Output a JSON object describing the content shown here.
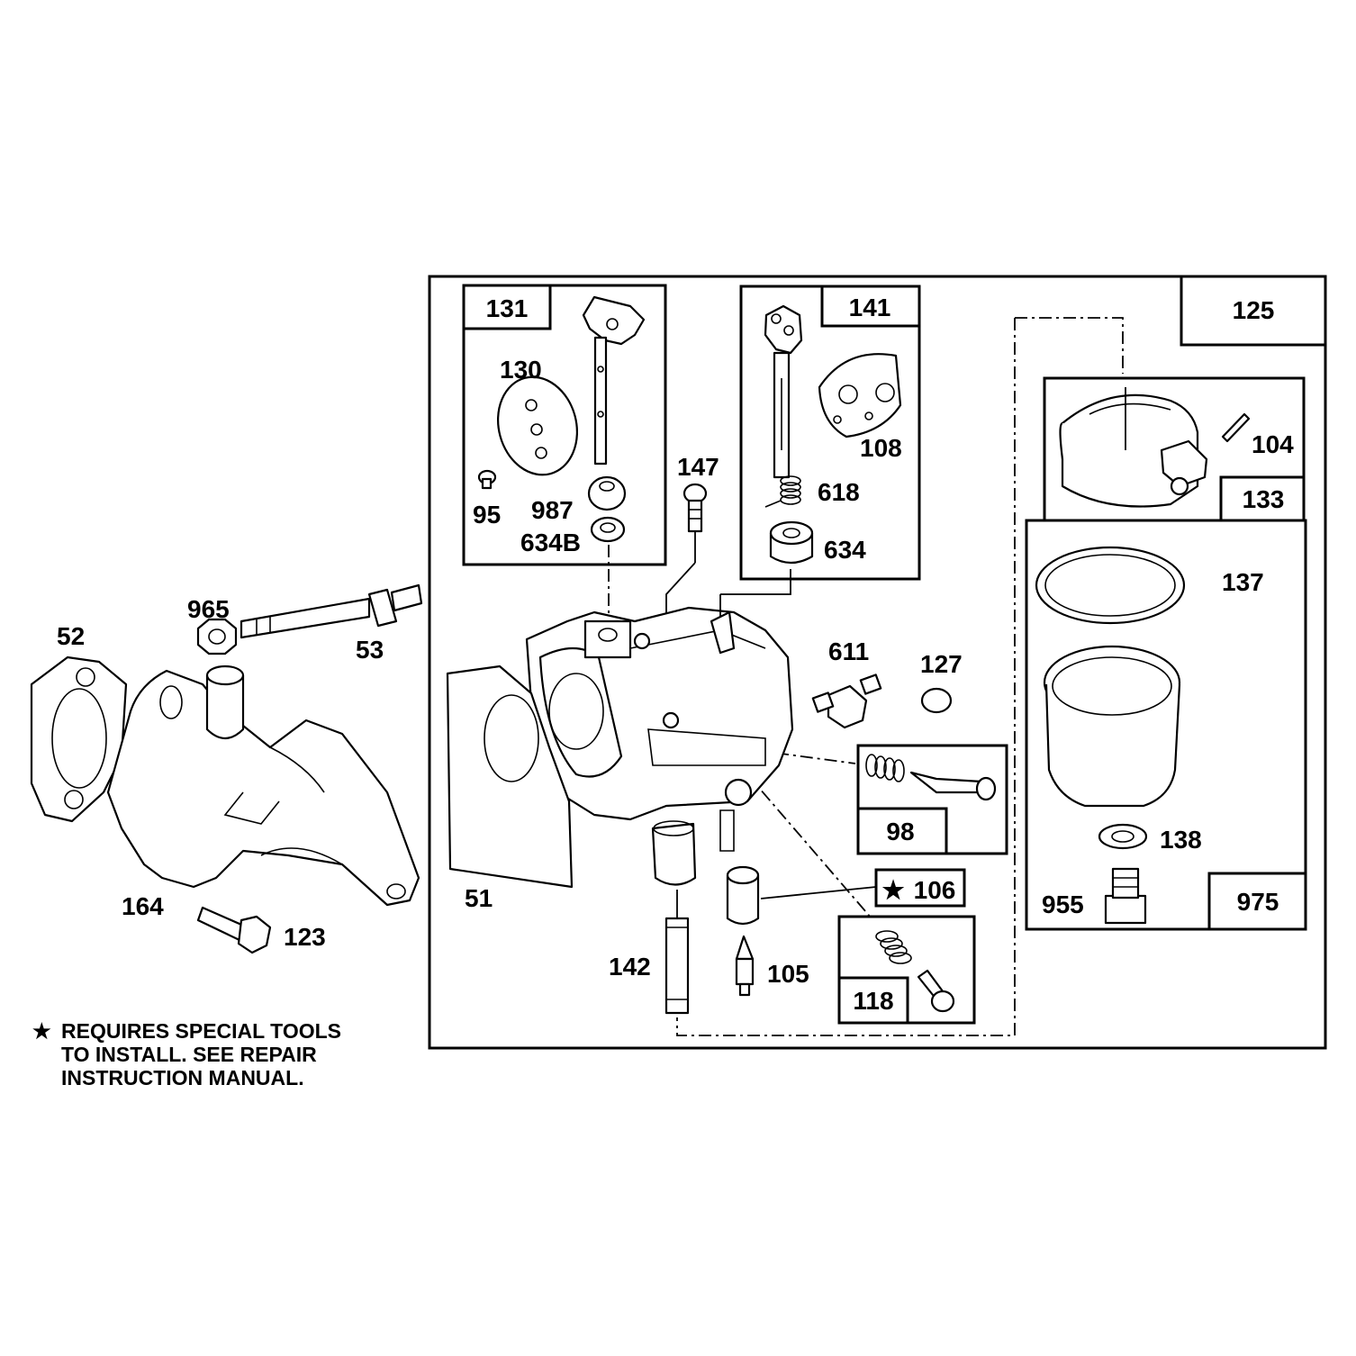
{
  "part_labels": {
    "p131": "131",
    "p141": "141",
    "p125": "125",
    "p130": "130",
    "p95": "95",
    "p987": "987",
    "p634b": "634B",
    "p147": "147",
    "p108": "108",
    "p618": "618",
    "p634": "634",
    "p104": "104",
    "p133": "133",
    "p137": "137",
    "p611": "611",
    "p127": "127",
    "p98": "98",
    "p106": "106",
    "p118": "118",
    "p142": "142",
    "p105": "105",
    "p138": "138",
    "p955": "955",
    "p975": "975",
    "p51": "51",
    "p52": "52",
    "p965": "965",
    "p53": "53",
    "p164": "164",
    "p123": "123"
  },
  "special_marker": "★",
  "footnote": {
    "star": "★",
    "lines": [
      "REQUIRES SPECIAL TOOLS",
      "TO INSTALL.  SEE REPAIR",
      "INSTRUCTION MANUAL."
    ]
  },
  "icons": [
    "star-icon"
  ]
}
